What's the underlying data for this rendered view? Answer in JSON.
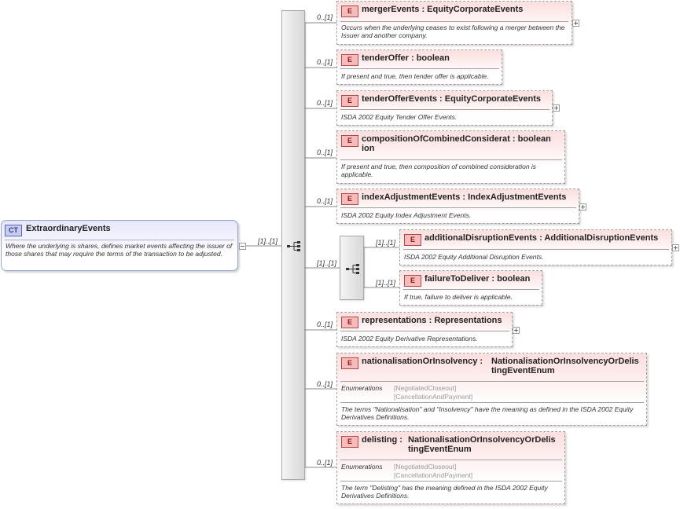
{
  "complex_type": {
    "badge": "CT",
    "name": "ExtraordinaryEvents",
    "doc": "Where the underlying is shares, defines market events affecting the issuer of those shares that may require the terms of the transaction to be adjusted."
  },
  "sequence_occurrence": "[1]..[1]",
  "elements": [
    {
      "badge": "E",
      "name": "mergerEvents",
      "sep": ":",
      "type": "EquityCorporateEvents",
      "occurrence": "0..[1]",
      "doc": "Occurs when the underlying ceases to exist following a merger between the Issuer and another company."
    },
    {
      "badge": "E",
      "name": "tenderOffer",
      "sep": ":",
      "type": "boolean",
      "occurrence": "0..[1]",
      "doc": "If present and true, then tender offer is applicable."
    },
    {
      "badge": "E",
      "name": "tenderOfferEvents",
      "sep": ":",
      "type": "EquityCorporateEvents",
      "occurrence": "0..[1]",
      "doc": "ISDA 2002 Equity Tender Offer Events."
    },
    {
      "badge": "E",
      "name_line1": "compositionOfCombinedConsiderat",
      "sep": ":",
      "type": "boolean",
      "name_line2": "ion",
      "occurrence": "0..[1]",
      "doc": "If present and true, then composition of combined consideration is applicable."
    },
    {
      "badge": "E",
      "name": "indexAdjustmentEvents",
      "sep": ":",
      "type": "IndexAdjustmentEvents",
      "occurrence": "0..[1]",
      "doc": "ISDA 2002 Equity Index Adjustment Events."
    },
    {
      "badge": "E",
      "name": "representations",
      "sep": ":",
      "type": "Representations",
      "occurrence": "0..[1]",
      "doc": "ISDA 2002 Equity Derivative Representations."
    },
    {
      "badge": "E",
      "name": "nationalisationOrInsolvency",
      "sep": ":",
      "type_line1": "NationalisationOrInsolvencyOrDelis",
      "type_line2": "tingEventEnum",
      "occurrence": "0..[1]",
      "enum_label": "Enumerations",
      "enums": [
        "[NegotiatedCloseout]",
        "[CancellationAndPayment]"
      ],
      "doc": "The terms \"Nationalisation\" and \"Insolvency\" have the meaning as defined in the ISDA 2002 Equity Derivatives Definitions."
    },
    {
      "badge": "E",
      "name": "delisting",
      "sep": ":",
      "type_line1": "NationalisationOrInsolvencyOrDelis",
      "type_line2": "tingEventEnum",
      "occurrence": "0..[1]",
      "enum_label": "Enumerations",
      "enums": [
        "[NegotiatedCloseout]",
        "[CancellationAndPayment]"
      ],
      "doc": "The term \"Delisting\" has the meaning defined in the ISDA 2002 Equity Derivatives Definitions."
    }
  ],
  "inner_sequence": {
    "occurrence": "[1]..[1]",
    "elements": [
      {
        "badge": "E",
        "name": "additionalDisruptionEvents",
        "sep": ":",
        "type": "AdditionalDisruptionEvents",
        "occurrence": "[1]..[1]",
        "doc": "ISDA 2002 Equity Additional Disruption Events."
      },
      {
        "badge": "E",
        "name": "failureToDeliver",
        "sep": ":",
        "type": "boolean",
        "occurrence": "[1]..[1]",
        "doc": "If true, failure to deliver is applicable."
      }
    ]
  },
  "colors": {
    "element_fill": "#fcdede",
    "complex_type_fill": "#e6e6fb",
    "connector": "#888888"
  }
}
